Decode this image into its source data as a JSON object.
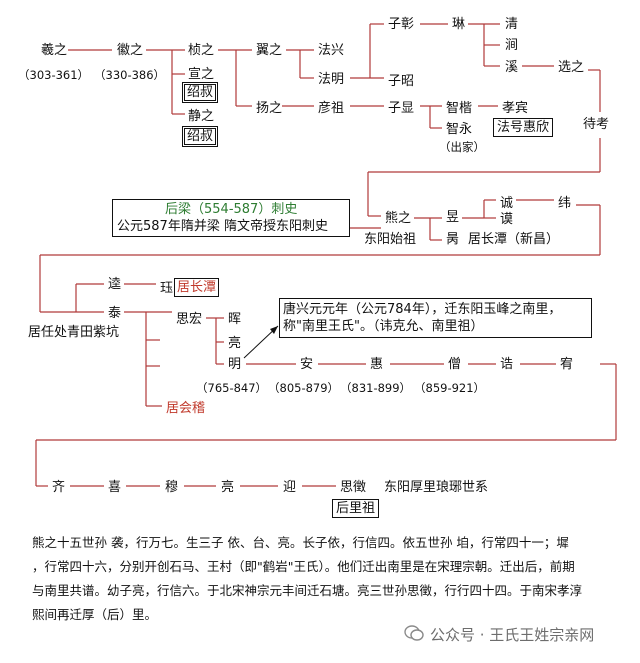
{
  "gen1": {
    "name": "羲之",
    "years": "（303-361）"
  },
  "gen2": {
    "name": "徽之",
    "years": "（330-386）"
  },
  "gen3": {
    "a": "桢之",
    "b": "宣之",
    "b_note": "绍叔",
    "c": "静之",
    "c_note": "绍叔"
  },
  "gen4": {
    "a": "翼之",
    "b": "扬之"
  },
  "gen5": {
    "a": "法兴",
    "b": "法明",
    "c": "彦祖"
  },
  "gen6": {
    "a": "子彰",
    "b": "子昭",
    "c": "子显"
  },
  "gen7": {
    "a": "琳",
    "b": "智楷",
    "c": "智永",
    "c_note": "（出家）",
    "c_box": "法号惠欣",
    "b_child": "孝宾"
  },
  "gen8": {
    "a": "清",
    "b": "涧",
    "c": "溪",
    "d": "选之",
    "e": "待考"
  },
  "liang": {
    "title": "后梁（554-587）刺史",
    "text": "公元587年隋并梁  隋文帝授东阳刺史"
  },
  "xiong": {
    "name": "熊之",
    "label": "东阳始祖",
    "son1": "昱",
    "son2": "昺",
    "son2_note": "居长潭（新昌）",
    "g1": "诚",
    "g2": "谟",
    "g3": "纬"
  },
  "row3": {
    "a": "逵",
    "b": "珏",
    "b_box": "居长潭",
    "c": "泰",
    "c_note": "居任处青田紫坑",
    "d": "思宏",
    "e": "居会稽",
    "f": "晖",
    "g": "亮",
    "h": "明"
  },
  "tang": {
    "line1": "唐兴元元年（公元784年），迁东阳玉峰之南里，",
    "line2": "称\"南里王氏\"。（讳克允、南里祖）"
  },
  "row4": {
    "a": "安",
    "b": "惠",
    "c": "僧",
    "d": "诰",
    "e": "宥",
    "y1": "（765-847）",
    "y2": "（805-879）",
    "y3": "（831-899）",
    "y4": "（859-921）"
  },
  "row5": {
    "a": "齐",
    "b": "喜",
    "c": "穆",
    "d": "亮",
    "e": "迎",
    "f": "思徵",
    "g": "东阳厚里琅琊世系",
    "box": "后里祖"
  },
  "paragraph": [
    "熊之十五世孙 袭，行万七。生三子 依、台、亮。长子依，行信四。依五世孙 垍，行常四十一；墀",
    "，行常四十六，分别开创石马、王村（即\"鹤岩\"王氏）。他们迁出南里是在宋理宗朝。迁出后，前期",
    "与南里共谱。幼子亮，行信六。于北宋神宗元丰间迁石塘。亮三世孙思徵，行行四十四。于南宋孝淳",
    "熙间再迁厚（后）里。"
  ],
  "watermark": "公众号 · 王氏王姓宗亲网",
  "colors": {
    "line": "#b03a3a",
    "ink": "#111111",
    "red": "#c0392b",
    "green": "#2e7d32"
  }
}
